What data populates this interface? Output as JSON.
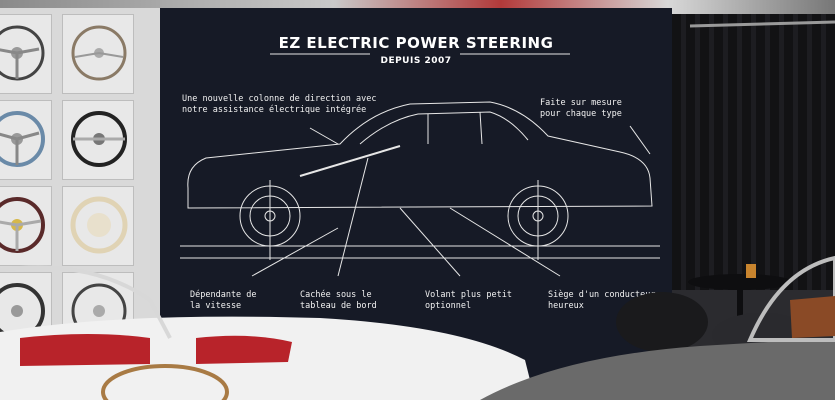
{
  "banner": {
    "title": "EZ ELECTRIC POWER STEERING",
    "subtitle": "DEPUIS 2007",
    "labels": {
      "colonne": "Une nouvelle colonne de direction avec\nnotre assistance électrique intégrée",
      "mesure": "Faite sur mesure\npour chaque type",
      "vitesse": "Dépendante de\nla vitesse",
      "cachee": "Cachée sous le\ntableau de bord",
      "volant": "Volant plus petit\noptionnel",
      "siege": "Siège d'un conducteur\nheureux"
    }
  },
  "colors": {
    "banner_bg": "#161a26",
    "line": "#e6e6e6",
    "curtain": "#141416",
    "car_white": "#f1f1f1",
    "interior_red": "#b8232a"
  }
}
